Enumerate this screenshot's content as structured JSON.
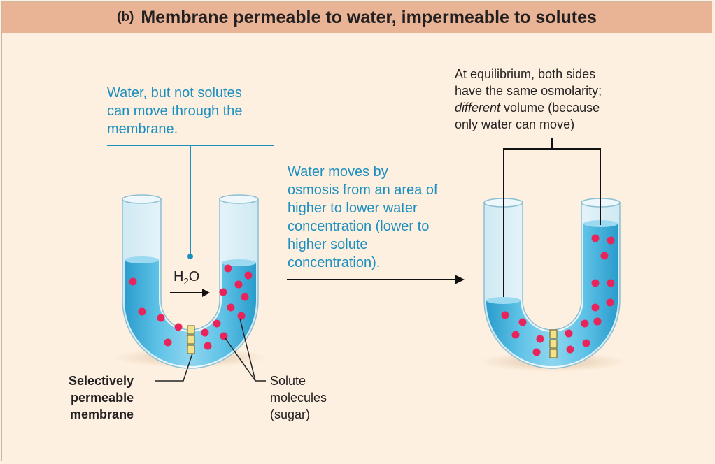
{
  "header": {
    "panel_label": "(b)",
    "title": "Membrane permeable to water, impermeable to solutes"
  },
  "left_note": {
    "line1": "Water, but not solutes",
    "line2": "can move through the",
    "line3": "membrane."
  },
  "middle_note": {
    "line1": "Water moves by",
    "line2": "osmosis from an area of",
    "line3": "higher to lower water",
    "line4": "concentration (lower to",
    "line5": "higher solute",
    "line6": "concentration)."
  },
  "right_note": {
    "line1": "At equilibrium, both sides",
    "line2": "have the same osmolarity;",
    "line3_em": "different",
    "line3_rest": " volume (because",
    "line4": "only water can move)"
  },
  "water_label": {
    "base": "H",
    "sub": "2",
    "rest": "O"
  },
  "membrane_label": {
    "line1": "Selectively",
    "line2": "permeable",
    "line3": "membrane"
  },
  "solute_label": {
    "line1": "Solute",
    "line2": "molecules",
    "line3": "(sugar)"
  },
  "colors": {
    "water": "#3ab0dc",
    "solute": "#e8245a",
    "text_blue": "#1b8fbf",
    "header": "#e8b495",
    "background": "#fdf0e0",
    "membrane": "#f3e28a"
  }
}
